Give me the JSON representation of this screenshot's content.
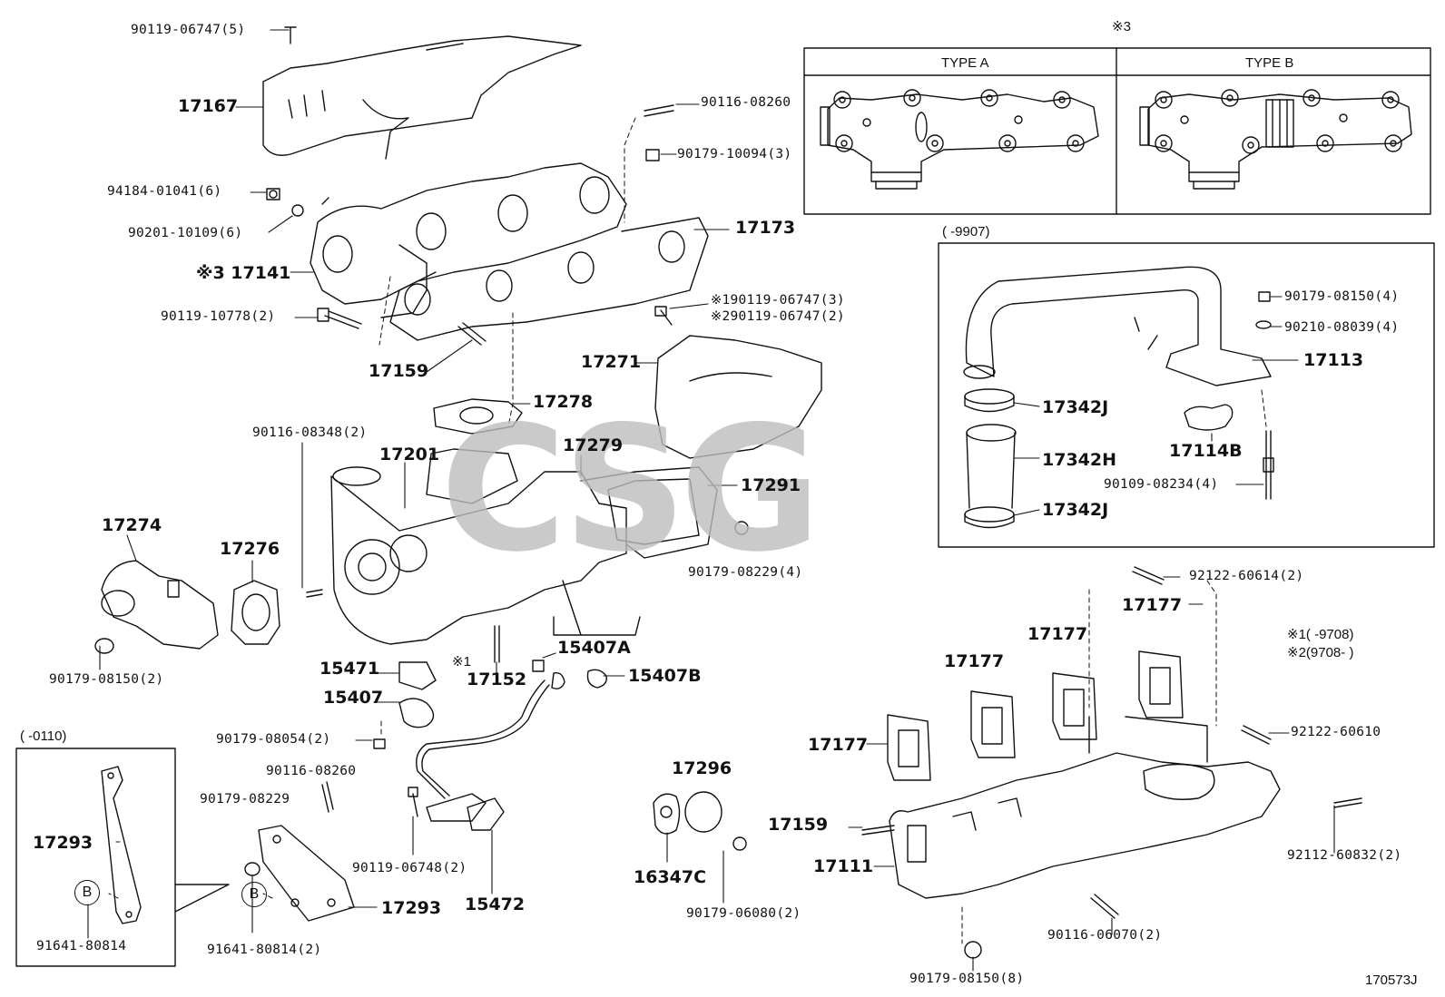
{
  "note_ref": "※3",
  "type_a_label": "TYPE A",
  "type_b_label": "TYPE B",
  "range_1": "(      -9907)",
  "range_2": "(      -0110)",
  "note_1": "※1(      -9708)",
  "note_2": "※2(9708-      )",
  "drawing_no": "170573J",
  "watermark": "CSG",
  "circle_b": "B",
  "labels": {
    "l90119_06747_5": "90119-06747(5)",
    "l17167": "17167",
    "l90116_08260a": "90116-08260",
    "l90179_10094_3": "90179-10094(3)",
    "l94184_01041_6": "94184-01041(6)",
    "l90201_10109_6": "90201-10109(6)",
    "l17173": "17173",
    "l17141": "※3 17141",
    "l90119_10778_2": "90119-10778(2)",
    "l17159a": "17159",
    "l19011906747_3": "※190119-06747(3)",
    "l29011906747_2": "※290119-06747(2)",
    "l17271": "17271",
    "l17278": "17278",
    "l90116_08348_2": "90116-08348(2)",
    "l17201": "17201",
    "l17279": "17279",
    "l17291": "17291",
    "l17274": "17274",
    "l17276": "17276",
    "l90179_08229_4": "90179-08229(4)",
    "l90179_08150_2": "90179-08150(2)",
    "l15407A": "15407A",
    "l15471": "15471",
    "l_x1": "※1",
    "l17152": "17152",
    "l15407B": "15407B",
    "l15407": "15407",
    "l90179_08054_2": "90179-08054(2)",
    "l90116_08260b": "90116-08260",
    "l90179_08229": "90179-08229",
    "l17293a": "17293",
    "l90119_06748_2": "90119-06748(2)",
    "l15472": "15472",
    "l17293b": "17293",
    "l91641_80814": "91641-80814",
    "l91641_80814_2": "91641-80814(2)",
    "l17296": "17296",
    "l16347C": "16347C",
    "l90179_06080_2": "90179-06080(2)",
    "l90179_08150_4": "90179-08150(4)",
    "l90210_08039_4": "90210-08039(4)",
    "l17113": "17113",
    "l17342J_a": "17342J",
    "l17342H": "17342H",
    "l17114B": "17114B",
    "l90109_08234_4": "90109-08234(4)",
    "l17342J_b": "17342J",
    "l92122_60614_2": "92122-60614(2)",
    "l17177a": "17177",
    "l17177b": "17177",
    "l17177c": "17177",
    "l17177d": "17177",
    "l92122_60610": "92122-60610",
    "l17159b": "17159",
    "l92112_60832_2": "92112-60832(2)",
    "l17111": "17111",
    "l90116_06070_2": "90116-06070(2)",
    "l90179_08150_8": "90179-08150(8)"
  }
}
